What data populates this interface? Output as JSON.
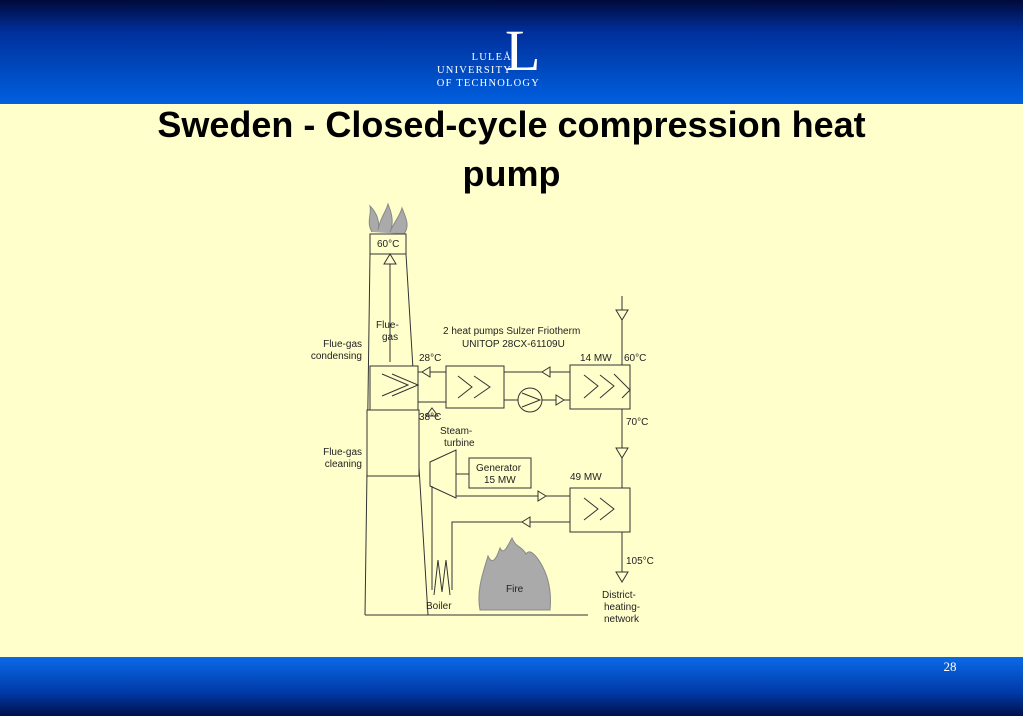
{
  "header": {
    "logo": {
      "line1": "LULEÅ",
      "line2": "UNIVERSITY",
      "line3": "OF TECHNOLOGY",
      "mark": "L"
    },
    "colors": {
      "band_dark": "#000a3a",
      "band_light": "#0060e0",
      "background": "#ffffcc"
    }
  },
  "slide": {
    "title_line1": "Sweden - Closed-cycle compression heat",
    "title_line2": "pump",
    "page_number": "28"
  },
  "diagram": {
    "labels": {
      "stack_temp": "60°C",
      "flue_gas": [
        "Flue-",
        "gas"
      ],
      "flue_gas_condensing": [
        "Flue-gas",
        "condensing"
      ],
      "flue_gas_cleaning": [
        "Flue-gas",
        "cleaning"
      ],
      "heat_pumps": [
        "2 heat pumps Sulzer Friotherm",
        "UNITOP 28CX-61109U"
      ],
      "hp_power": "14 MW",
      "temp_out_hp": "60°C",
      "temp_28": "28°C",
      "temp_38": "38°C",
      "temp_70": "70°C",
      "steam_turbine": [
        "Steam-",
        "turbine"
      ],
      "generator": [
        "Generator",
        "15 MW"
      ],
      "boiler_power": "49 MW",
      "temp_105": "105°C",
      "district": [
        "District-",
        "heating-",
        "network"
      ],
      "boiler": "Boiler",
      "fire": "Fire"
    }
  }
}
